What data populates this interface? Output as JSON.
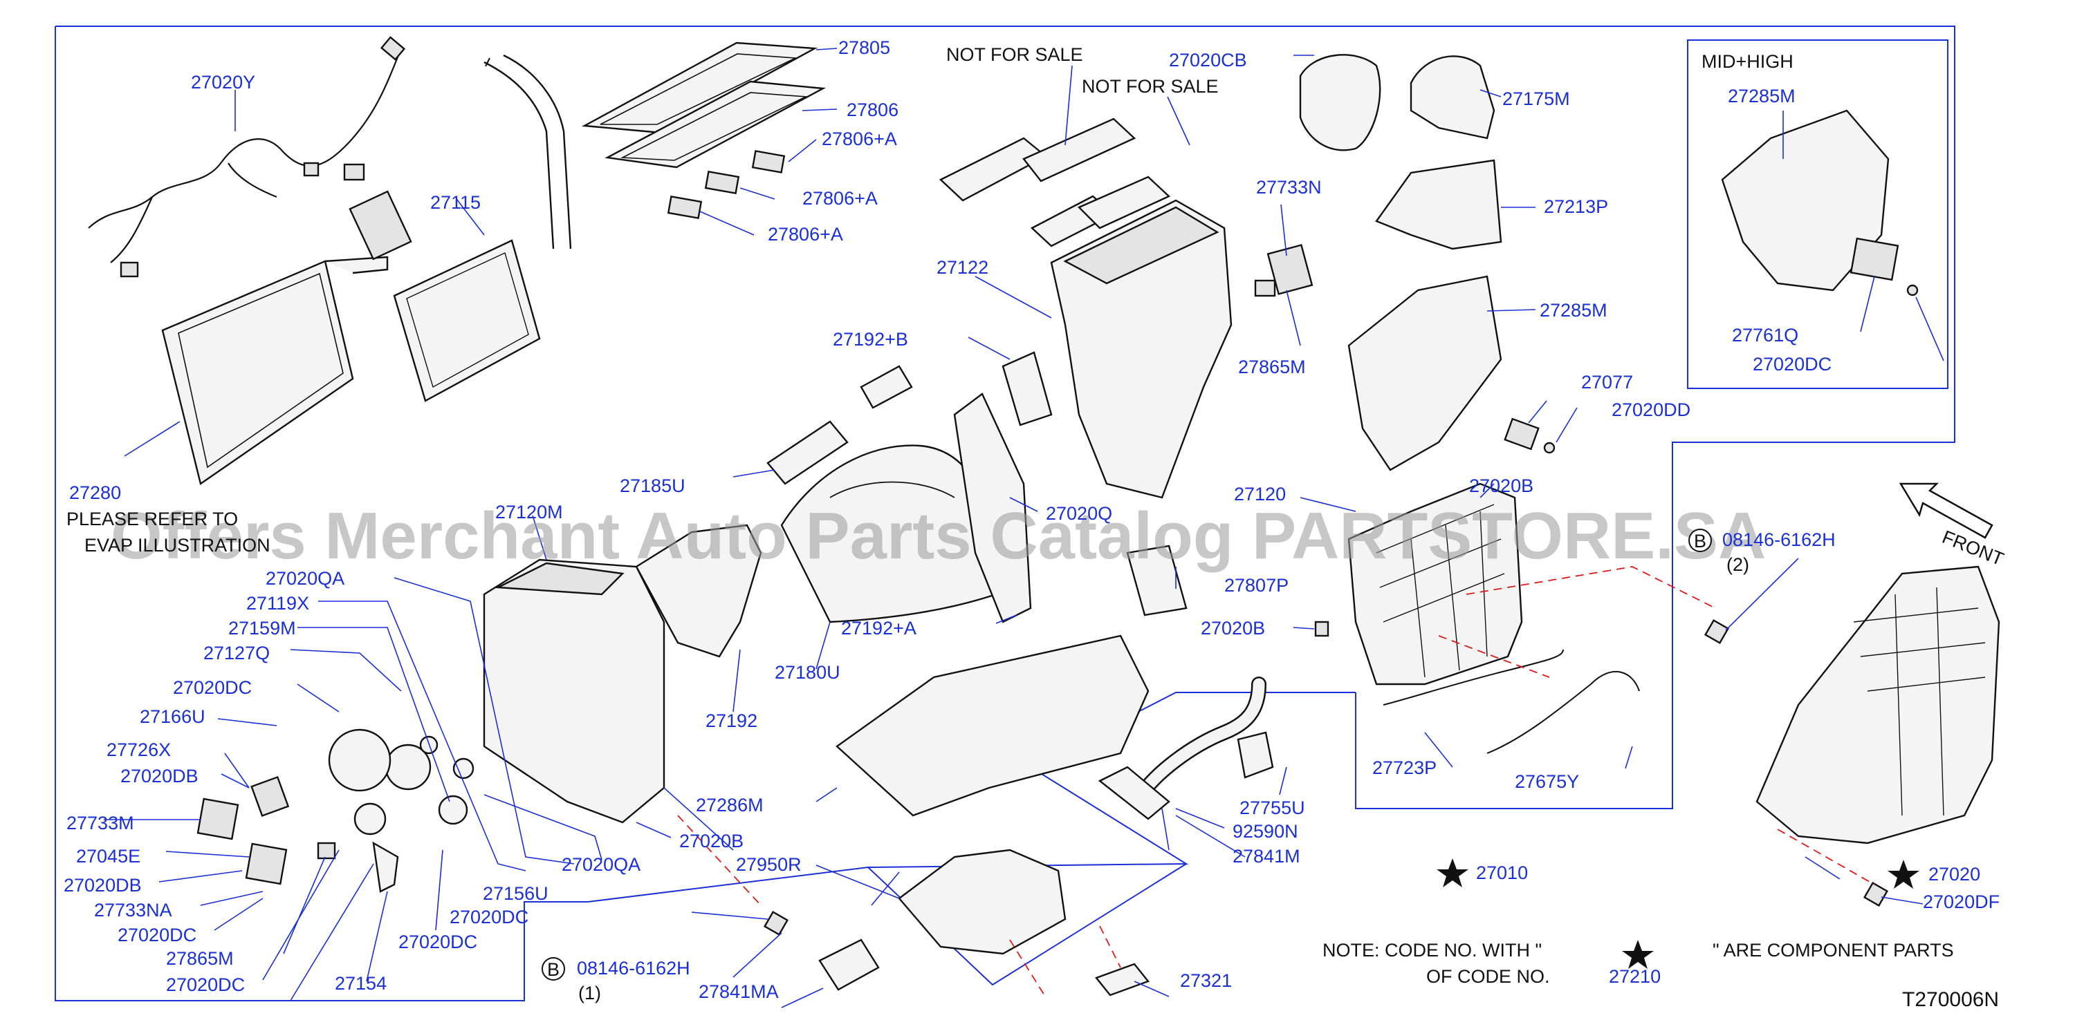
{
  "diagram_code": "T270006N",
  "not_for_sale_1": "NOT  FOR  SALE",
  "not_for_sale_2": "NOT  FOR  SALE",
  "please_refer_to": "PLEASE   REFER TO",
  "evap_illustration": "EVAP ILLUSTRATION",
  "mid_high": "MID+HIGH",
  "front": "FRONT",
  "watermark": "Offers Merchant Auto Parts Catalog PARTSTORE.SA",
  "note_line_1a": "NOTE:  CODE  NO.  WITH  \"",
  "note_line_1b": "\"  ARE  COMPONENT  PARTS",
  "note_line_2": "OF  CODE  NO.",
  "note_code": "27210",
  "bolt_1": {
    "marker": "B",
    "code": "08146-6162H",
    "qty": "(1)"
  },
  "bolt_2": {
    "marker": "B",
    "code": "08146-6162H",
    "qty": "(2)"
  },
  "assemblies": {
    "main": "27010",
    "complete": "27020"
  },
  "parts": {
    "p27020Y": "27020Y",
    "p27805": "27805",
    "p27806": "27806",
    "p27806A1": "27806+A",
    "p27806A2": "27806+A",
    "p27806A3": "27806+A",
    "p27115": "27115",
    "p27280": "27280",
    "p27020CB": "27020CB",
    "p27175M": "27175M",
    "p27733N": "27733N",
    "p27213P": "27213P",
    "p27122": "27122",
    "p27865M_top": "27865M",
    "p27285M": "27285M",
    "p27192B": "27192+B",
    "p27077": "27077",
    "p27020DD": "27020DD",
    "p27285M_box": "27285M",
    "p27761Q": "27761Q",
    "p27020DC_box": "27020DC",
    "p27185U": "27185U",
    "p27120": "27120",
    "p27020B_top": "27020B",
    "p27120M": "27120M",
    "p27020Q": "27020Q",
    "p27020QA_top": "27020QA",
    "p27119X": "27119X",
    "p27159M": "27159M",
    "p27127Q": "27127Q",
    "p27807P": "27807P",
    "p27192A": "27192+A",
    "p27020B_mid": "27020B",
    "p27180U": "27180U",
    "p27020DC_a": "27020DC",
    "p27166U": "27166U",
    "p27192": "27192",
    "p27726X": "27726X",
    "p27020DB_a": "27020DB",
    "p27723P": "27723P",
    "p27675Y": "27675Y",
    "p27733M": "27733M",
    "p27286M": "27286M",
    "p27755U": "27755U",
    "p27045E": "27045E",
    "p27020B_low": "27020B",
    "p92590N": "92590N",
    "p27020DB_b": "27020DB",
    "p27950R": "27950R",
    "p27020QA_low": "27020QA",
    "p27841M": "27841M",
    "p27156U": "27156U",
    "p27733NA": "27733NA",
    "p27020DC_b": "27020DC",
    "p27020DC_c": "27020DC",
    "p27020DC_d": "27020DC",
    "p27865M_low": "27865M",
    "p27020DC_e": "27020DC",
    "p27154": "27154",
    "p27841MA": "27841MA",
    "p27321": "27321",
    "p27020DF": "27020DF"
  },
  "colors": {
    "part_number": "#1a2fd6",
    "leader": "#1a2fd6",
    "frame": "#1a2fd6",
    "cut_line": "#e01818",
    "ink": "#111111",
    "watermark": "#9a9a9a"
  },
  "icons": {
    "star": "star-icon",
    "bolt_marker": "circle-b-icon",
    "front_arrow": "arrow-icon"
  }
}
